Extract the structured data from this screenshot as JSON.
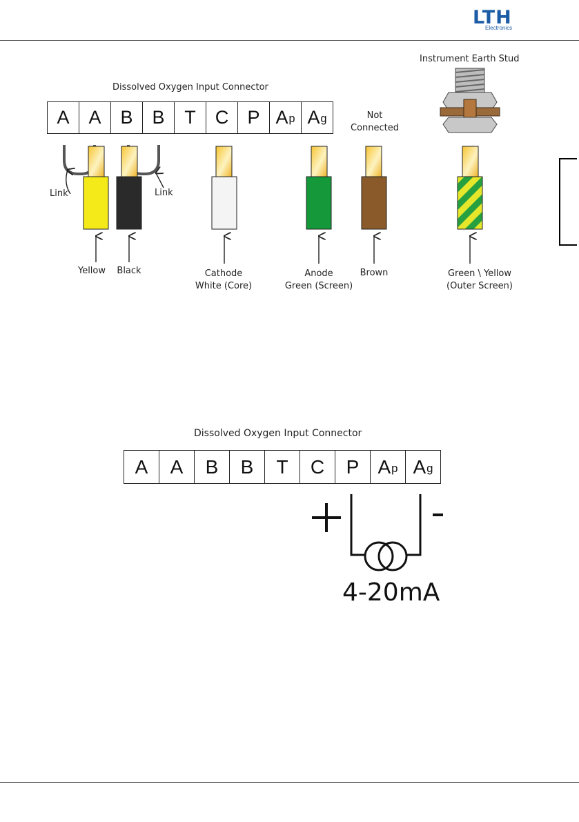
{
  "header": {
    "logo_text": "LTH",
    "logo_subtext": "Electronics",
    "logo_color": "#1c5ca5"
  },
  "diagram1": {
    "connector_title": "Dissolved Oxygen Input Connector",
    "pins": [
      "A",
      "A",
      "B",
      "B",
      "T",
      "C",
      "P",
      "A",
      "A"
    ],
    "pin_subscripts": [
      "",
      "",
      "",
      "",
      "",
      "",
      "",
      "p",
      "g"
    ],
    "not_connected_line1": "Not",
    "not_connected_line2": "Connected",
    "earth_stud_title": "Instrument Earth Stud",
    "link_left": "Link",
    "link_right": "Link",
    "wires": [
      {
        "line1": "Yellow",
        "line2": "",
        "color": "#f4ea1a"
      },
      {
        "line1": "Black",
        "line2": "",
        "color": "#2a2a2a"
      },
      {
        "line1": "Cathode",
        "line2": "White (Core)",
        "color": "#f4f4f4"
      },
      {
        "line1": "Anode",
        "line2": "Green (Screen)",
        "color": "#14983a"
      },
      {
        "line1": "Brown",
        "line2": "",
        "color": "#8a5a2b"
      },
      {
        "line1": "Green \\ Yellow",
        "line2": "(Outer Screen)",
        "color": "#6cb83a"
      }
    ]
  },
  "diagram2": {
    "connector_title": "Dissolved Oxygen Input Connector",
    "pins": [
      "A",
      "A",
      "B",
      "B",
      "T",
      "C",
      "P",
      "A",
      "A"
    ],
    "pin_subscripts": [
      "",
      "",
      "",
      "",
      "",
      "",
      "",
      "p",
      "g"
    ],
    "plus_sign": "+",
    "minus_sign": "-",
    "current_source_label": "4-20mA"
  }
}
